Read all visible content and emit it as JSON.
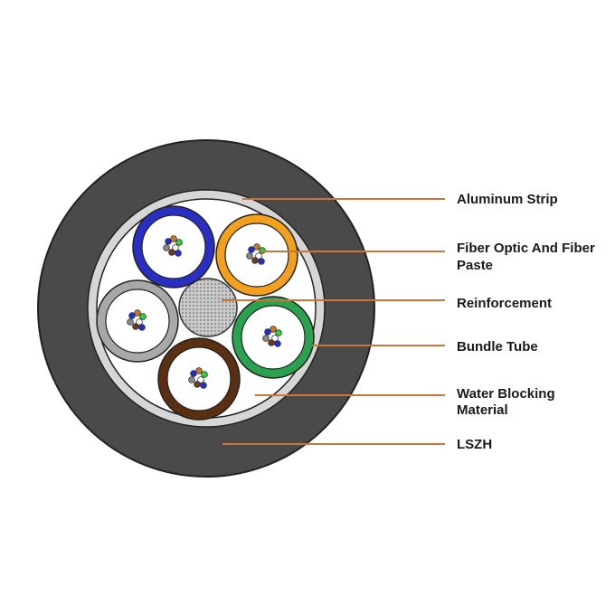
{
  "colors": {
    "jacket": "#4a4a4a",
    "aluminum_strip": "#d6d6d6",
    "water_blocking": "#ffffff",
    "leader_line": "#c8763a",
    "reinforcement": "#bdbdbd"
  },
  "tubes": [
    {
      "name": "blue-tube",
      "color": "#2a2fc4"
    },
    {
      "name": "orange-tube",
      "color": "#f2a01e"
    },
    {
      "name": "gray-tube",
      "color": "#a8a8a8"
    },
    {
      "name": "green-tube",
      "color": "#2aa24f"
    },
    {
      "name": "brown-tube",
      "color": "#5a2f12"
    }
  ],
  "fiber_colors": [
    "#1f2fd0",
    "#c9762a",
    "#2fd12f",
    "#8a8a8a",
    "#ffffff",
    "#6b3a1e"
  ],
  "labels": {
    "aluminum_strip": "Aluminum Strip",
    "fiber_optic_line1": "Fiber Optic And Fiber",
    "fiber_optic_line2": "Paste",
    "reinforcement": "Reinforcement",
    "bundle_tube": "Bundle Tube",
    "water_blocking_line1": "Water Blocking",
    "water_blocking_line2": "Material",
    "lszh": "LSZH"
  }
}
